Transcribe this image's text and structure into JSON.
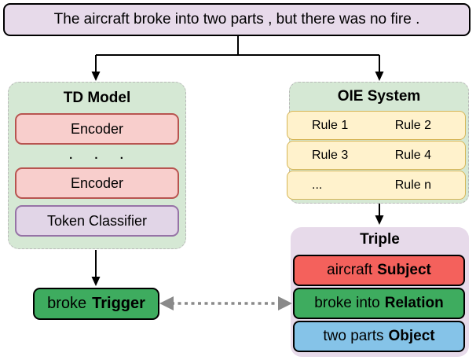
{
  "sentence": "The aircraft broke into two parts , but there was no fire .",
  "td_model": {
    "title": "TD Model",
    "encoder_top": "Encoder",
    "dots": ". . .",
    "encoder_bottom": "Encoder",
    "token_classifier": "Token Classifier"
  },
  "oie_system": {
    "title": "OIE System",
    "rule_rows": [
      {
        "left": "Rule 1",
        "right": "Rule 2"
      },
      {
        "left": "Rule 3",
        "right": "Rule 4"
      },
      {
        "left": "...",
        "right": "Rule n"
      }
    ]
  },
  "trigger": {
    "text": "broke",
    "label": "Trigger"
  },
  "triple": {
    "title": "Triple",
    "rows": [
      {
        "text": "aircraft",
        "label": "Subject",
        "color": "#f4615c"
      },
      {
        "text": "broke into",
        "label": "Relation",
        "color": "#3eac5f"
      },
      {
        "text": "two parts",
        "label": "Object",
        "color": "#85c3e8"
      }
    ]
  },
  "colors": {
    "lavender_fill": "#e7daea",
    "green_container_fill": "#d5e8d4",
    "encoder_fill": "#f8cecc",
    "encoder_border": "#b85450",
    "classifier_fill": "#e1d5e7",
    "classifier_border": "#9673a6",
    "rule_fill": "#fff2cc",
    "rule_border": "#d6b656",
    "trigger_green": "#3eac5f",
    "dashed_arrow_gray": "#8a8a8a"
  }
}
